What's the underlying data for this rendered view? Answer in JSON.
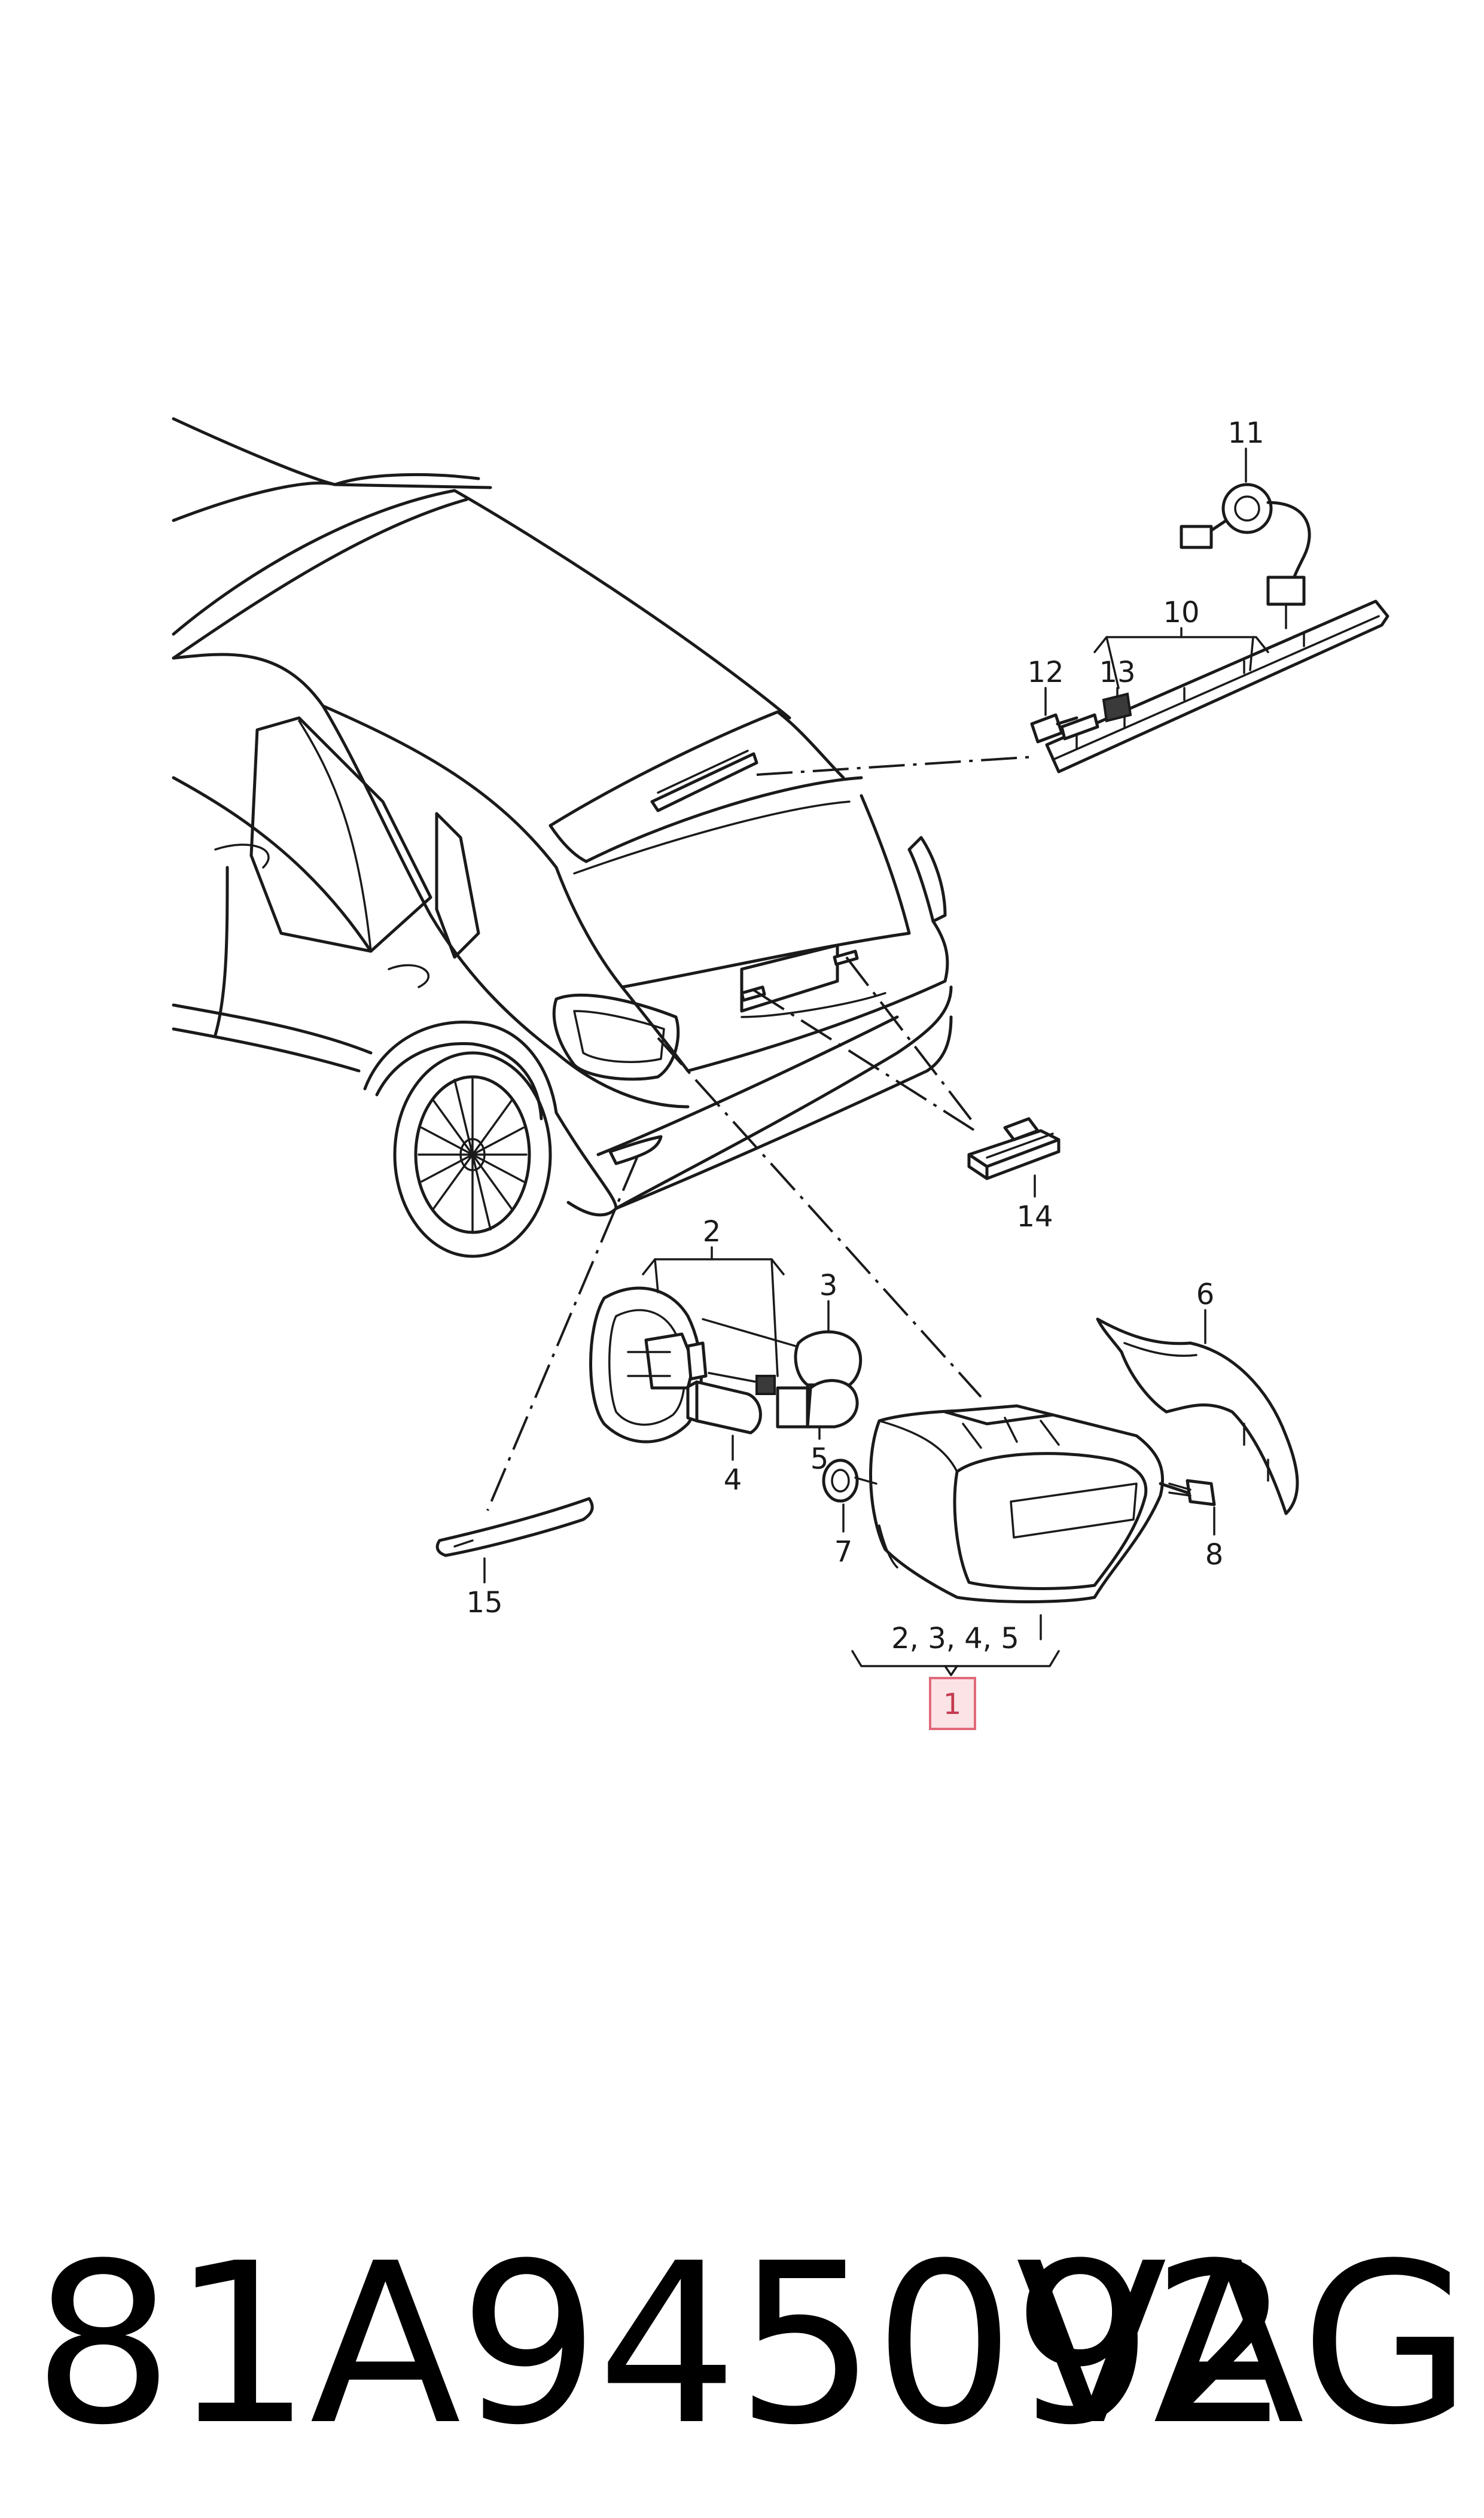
{
  "callouts": {
    "c1": "1",
    "c2": "2",
    "c3": "3",
    "c4": "4",
    "c5": "5",
    "c6": "6",
    "c7": "7",
    "c8": "8",
    "c10": "10",
    "c11": "11",
    "c12": "12",
    "c13": "13",
    "c14": "14",
    "c15": "15",
    "group": "2, 3, 4, 5"
  },
  "footer": {
    "part_number": "81A945092",
    "brand": "VAG"
  },
  "colors": {
    "line": "#1a1a1a",
    "highlight_fill": "#fbe3e6",
    "highlight_stroke": "#e06a7a",
    "highlight_text": "#c43b4f"
  }
}
